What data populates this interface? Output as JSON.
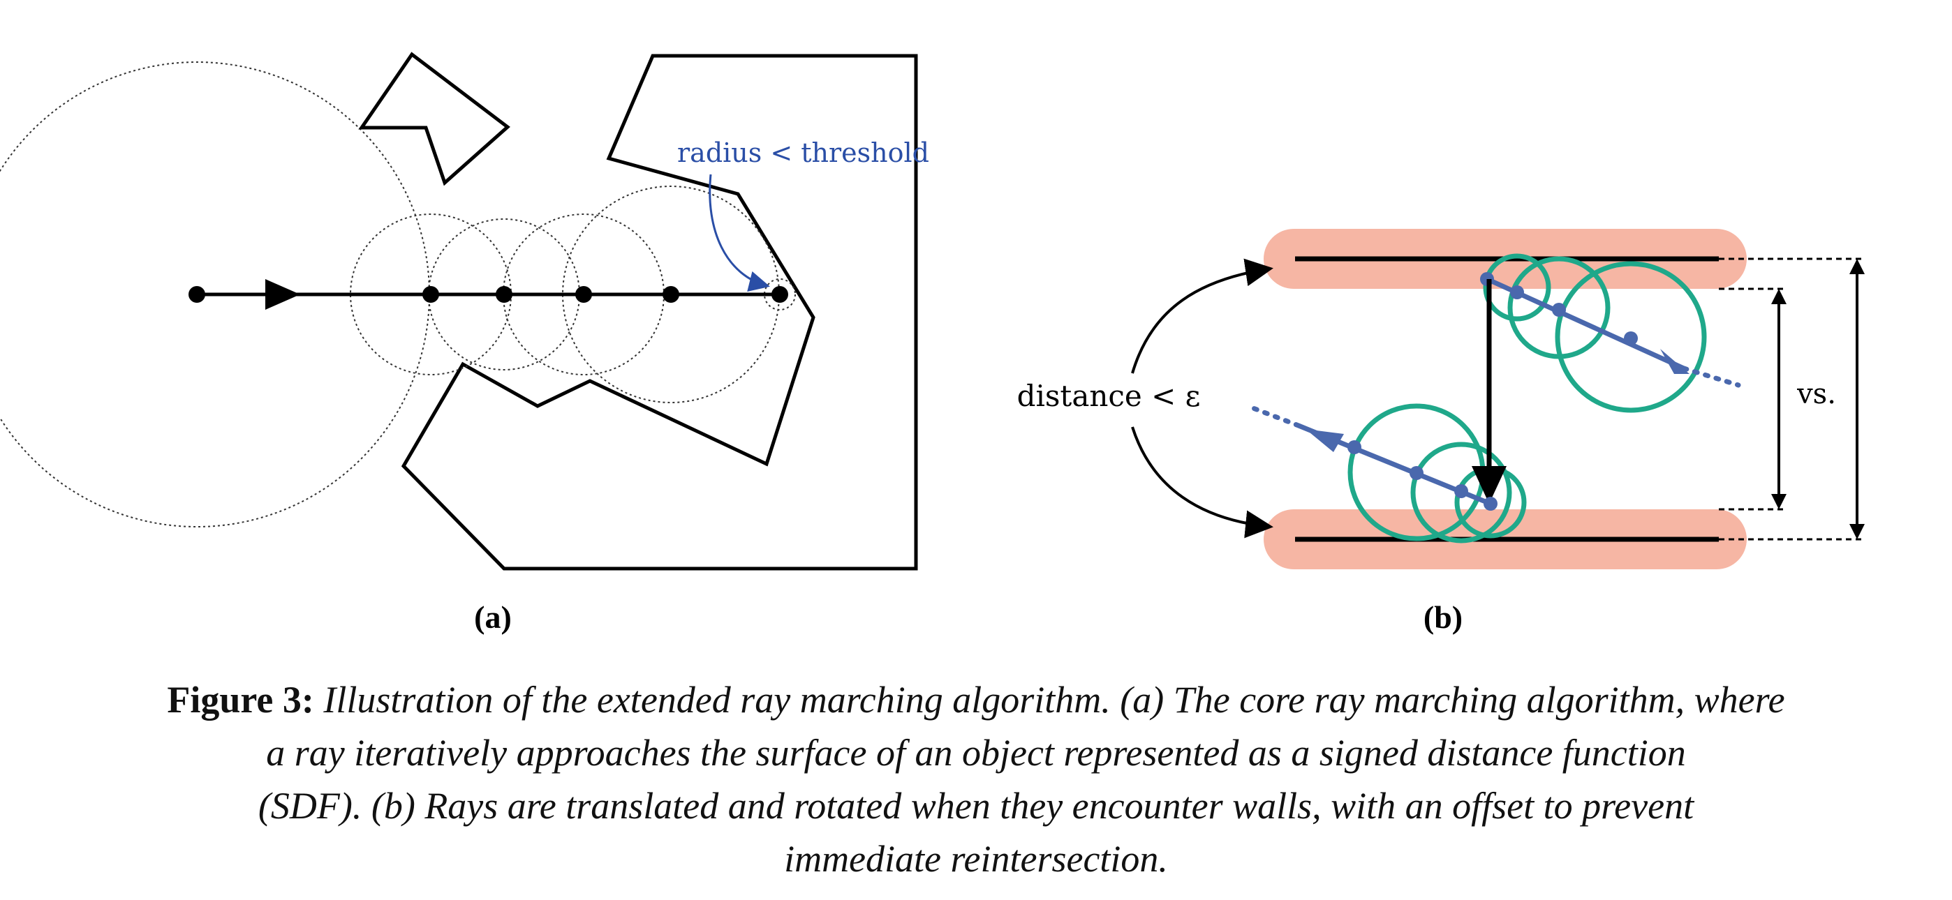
{
  "panel_a": {
    "label": "(a)",
    "annotation": "radius < threshold"
  },
  "panel_b": {
    "label": "(b)",
    "distance_label": "distance < ε",
    "vs_label": "vs."
  },
  "caption": {
    "lead": "Figure 3:",
    "line1": "Illustration of the extended ray marching algorithm. (a) The core ray marching algorithm, where",
    "line2": "a ray iteratively approaches the surface of an object represented as a signed distance function",
    "line3": "(SDF). (b) Rays are translated and rotated when they encounter walls, with an offset to prevent",
    "line4": "immediate reintersection."
  },
  "colors": {
    "ink": "#000000",
    "annotation_blue": "#2a4ea6",
    "ray_blue": "#4a68ad",
    "circle_green": "#1fa88a",
    "wall_salmon": "#f6b6a4"
  }
}
